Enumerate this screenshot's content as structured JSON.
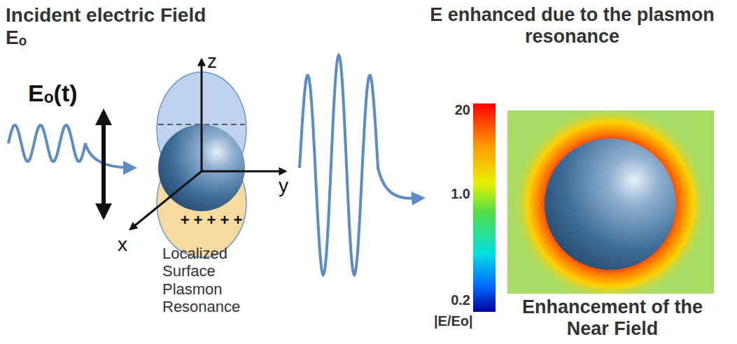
{
  "diagram": {
    "labels": [
      "Incident electric Field Eₒ",
      "Eₒ(t)",
      "z",
      "y",
      "x",
      "+ + + + +",
      "Localized Surface Plasmon Resonance",
      "E enhanced due to the plasmon resonance",
      "20",
      "1.0",
      "0.2",
      "|E/Eo|",
      "Enhancement of the Near Field"
    ]
  }
}
